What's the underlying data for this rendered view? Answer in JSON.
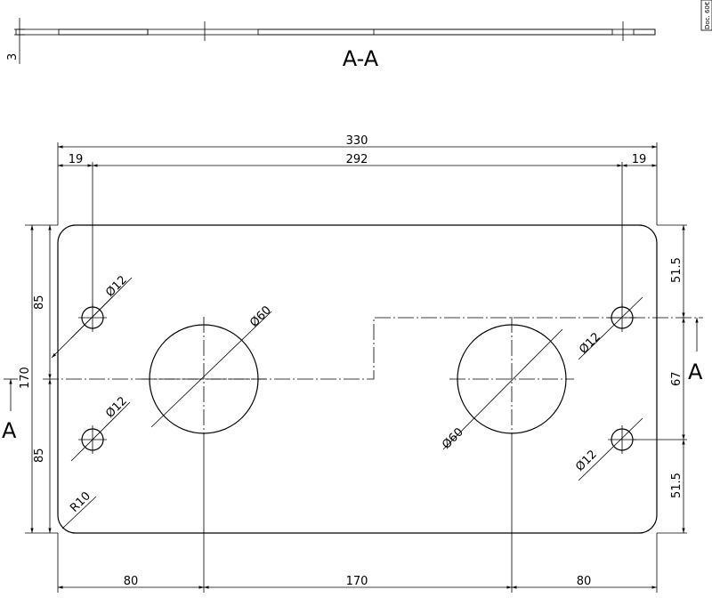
{
  "section": {
    "title": "A-A",
    "thickness": "3"
  },
  "doc_label": "Doc. 60€",
  "dimensions": {
    "width_total": "330",
    "hole_spacing": "292",
    "edge_left": "19",
    "edge_right": "19",
    "height_total": "170",
    "height_top": "85",
    "height_bottom": "85",
    "right_top": "51.5",
    "right_mid": "67",
    "right_bottom": "51.5",
    "bottom_left": "80",
    "bottom_mid": "170",
    "bottom_right": "80",
    "small_hole": "Ø12",
    "large_hole": "Ø60",
    "corner_radius": "R10"
  },
  "section_markers": {
    "left": "A",
    "right": "A"
  }
}
